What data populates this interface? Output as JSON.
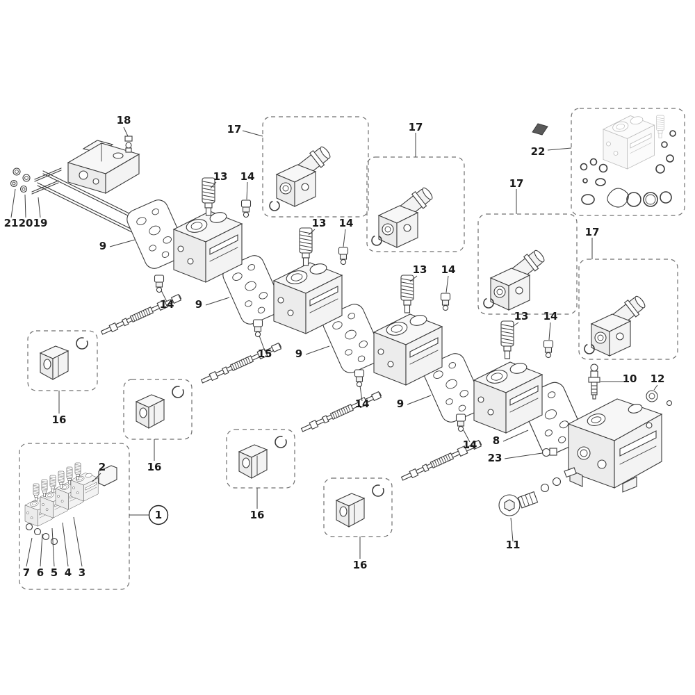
{
  "colors": {
    "paper": "#ffffff",
    "ink": "#3a3a3a",
    "label": "#1a1a1a"
  },
  "callouts": {
    "p1": "1",
    "p2": "2",
    "p3": "3",
    "p4": "4",
    "p5": "5",
    "p6": "6",
    "p7": "7",
    "p8": "8",
    "p9": "9",
    "p10": "10",
    "p11": "11",
    "p12": "12",
    "p13": "13",
    "p14": "14",
    "p15": "15",
    "p16": "16",
    "p17": "17",
    "p18": "18",
    "p19": "19",
    "p20": "20",
    "p21": "21",
    "p22": "22",
    "p23": "23"
  }
}
